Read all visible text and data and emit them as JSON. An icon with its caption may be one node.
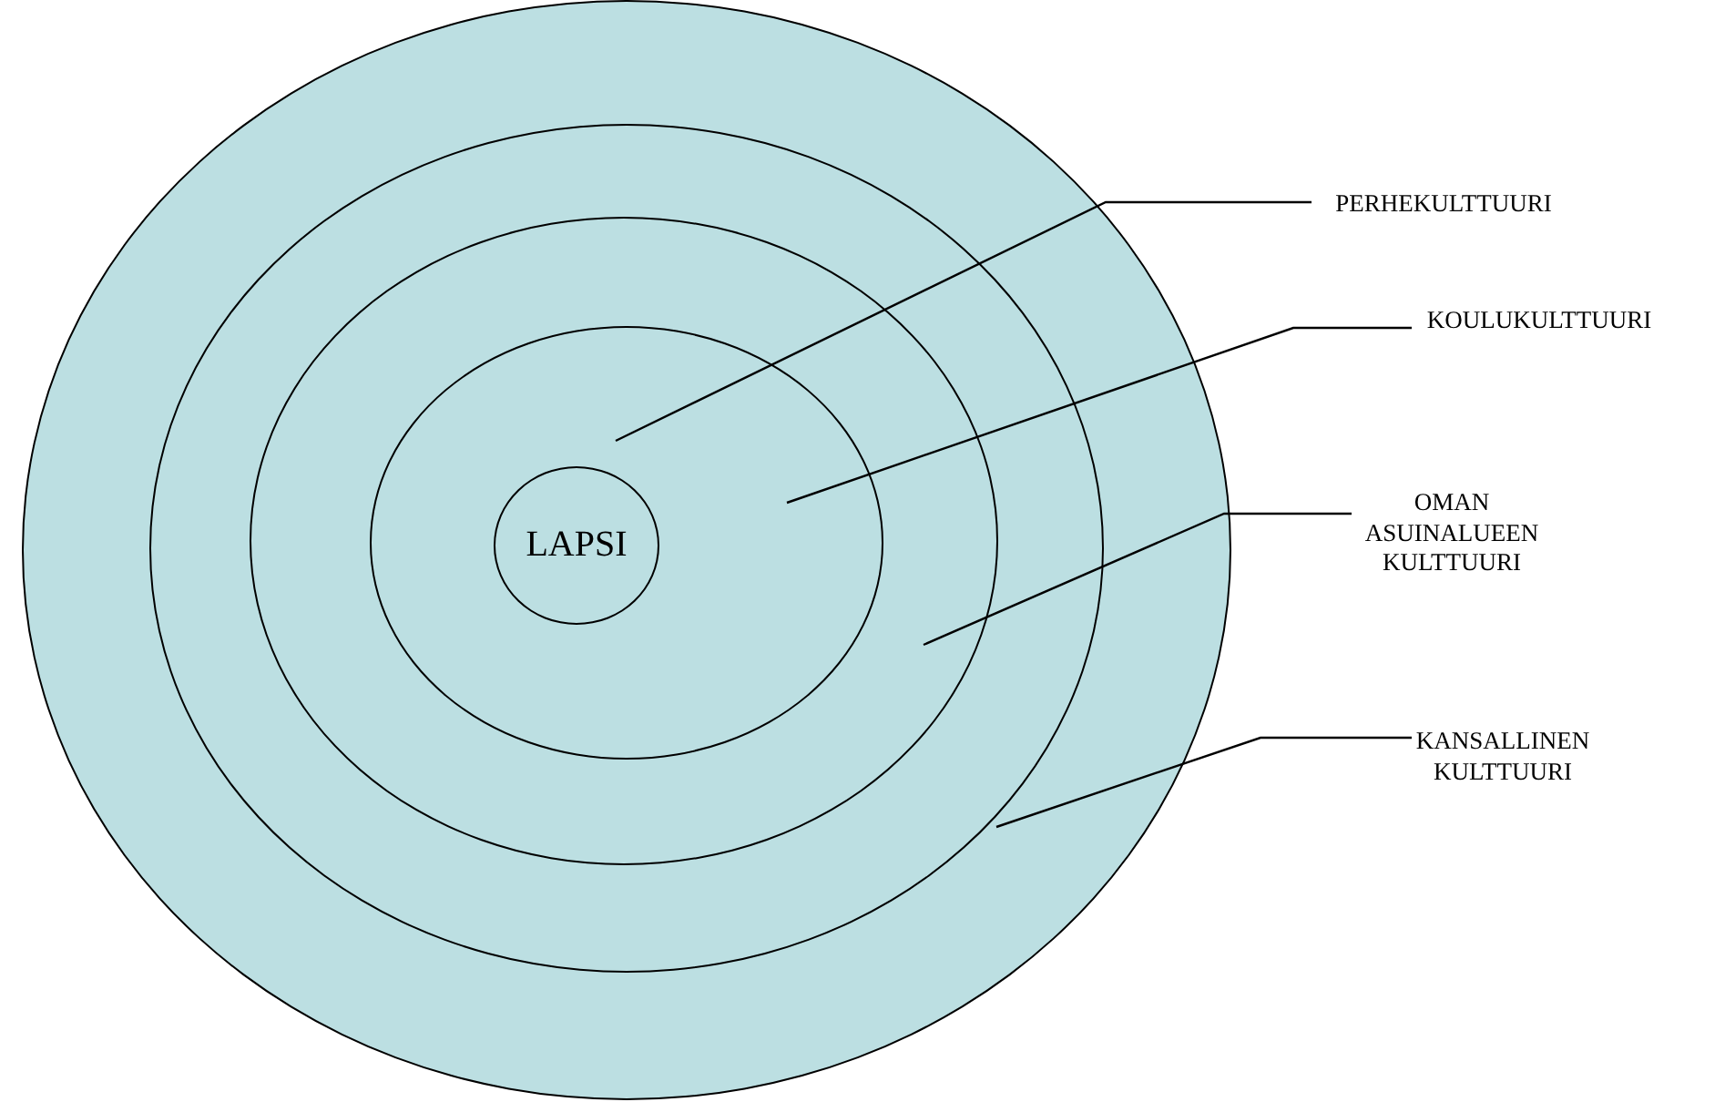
{
  "diagram": {
    "nodes": [
      {
        "text": [],
        "shape": "circle"
      },
      {
        "text": [],
        "shape": "circle",
        "in": 0
      },
      {
        "text": [],
        "shape": "circle",
        "in": 1
      },
      {
        "text": [],
        "shape": "circle",
        "in": 2
      },
      {
        "text": [
          "LAPSI"
        ],
        "in": 3
      },
      {
        "text": [
          "PERHEKULTTUURI"
        ]
      },
      {
        "text": [
          "KOULUKULTTUURI"
        ]
      },
      {
        "text": [
          "OMAN ASUINALUEEN KULTTUURI"
        ]
      },
      {
        "text": [
          "KANSALLINEN KULTTUURI"
        ]
      }
    ],
    "edges": [
      {
        "from": 5,
        "to": 3,
        "arrow": "none"
      },
      {
        "from": 6,
        "to": 2,
        "arrow": "none"
      },
      {
        "from": 7,
        "to": 1,
        "arrow": "none"
      },
      {
        "from": 8,
        "to": 0,
        "arrow": "none"
      }
    ]
  }
}
